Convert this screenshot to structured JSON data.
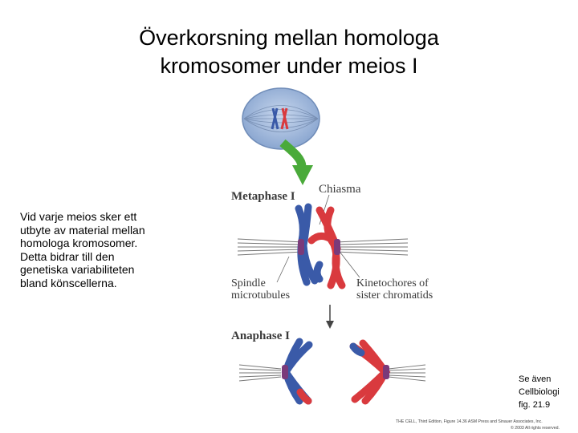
{
  "title": {
    "line1": "Överkorsning mellan homologa",
    "line2": "kromosomer under meios I"
  },
  "description": [
    "Vid varje meios sker ett",
    "utbyte av material mellan",
    "homologa kromosomer.",
    "Detta bidrar till den",
    "genetiska variabiliteten",
    "bland könscellerna."
  ],
  "see_also": [
    "Se även",
    "Cellbiologi",
    "fig. 21.9"
  ],
  "figure": {
    "stage1": "Metaphase I",
    "stage2": "Anaphase I",
    "label_chiasma": "Chiasma",
    "label_spindle": [
      "Spindle",
      "microtubules"
    ],
    "label_kinetochores": [
      "Kinetochores of",
      "sister chromatids"
    ],
    "credit_line1": "THE CELL, Third Edition, Figure 14.36  ASM Press and Sinauer Associates, Inc.",
    "credit_line2": "© 2003 All rights reserved."
  },
  "colors": {
    "chromosome_blue": "#3a5aa8",
    "chromosome_red": "#d93a3e",
    "kinetochore": "#7a3a7a",
    "arrow_green": "#4aaa3a",
    "cell_fill": "#9bb4d8"
  }
}
